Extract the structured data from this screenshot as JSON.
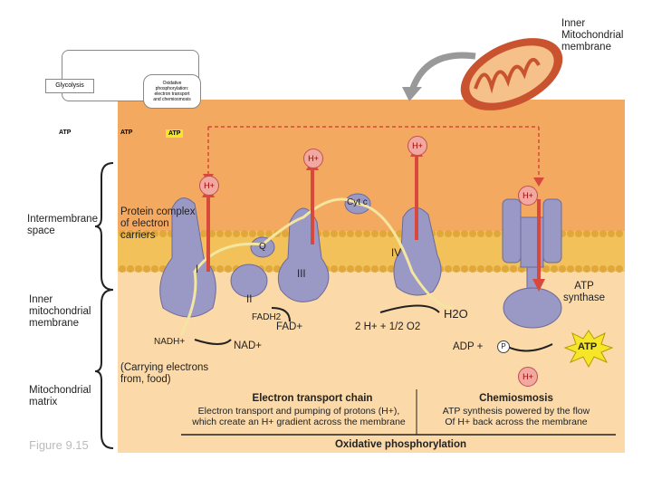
{
  "labels": {
    "inner_mito_membrane_callout": "Inner\nMitochondrial\nmembrane",
    "intermembrane_space": "Intermembrane\nspace",
    "inner_mito_membrane_side": "Inner\nmitochondrial\nmembrane",
    "mito_matrix": "Mitochondrial\nmatrix",
    "figure": "Figure 9.15",
    "protein_complex": "Protein complex\nof electron\ncarriers",
    "cyt_c": "Cyt c",
    "q": "Q",
    "complex_I": "I",
    "complex_II": "II",
    "complex_III": "III",
    "complex_IV": "IV",
    "fadh2": "FADH2",
    "fad": "FAD+",
    "nadh": "NADH+",
    "nad": "NAD+",
    "water_eq": "2 H+ + 1/2 O2",
    "h2o": "H2O",
    "adp": "ADP +",
    "pi": "P",
    "atp": "ATP",
    "atp_synthase": "ATP\nsynthase",
    "carrying": "(Carrying electrons\nfrom, food)",
    "h_plus": "H+",
    "etc_title": "Electron transport chain",
    "etc_desc": "Electron transport and pumping of protons (H+),\nwhich create an H+ gradient across the membrane",
    "chemi_title": "Chemiosmosis",
    "chemi_desc": "ATP synthesis powered by the flow\nOf H+ back across the membrane",
    "ox_phos": "Oxidative phosphorylation"
  },
  "mini_overview": {
    "glycolysis": "Glycolysis",
    "oxphos_box": "Oxidative\nphosphorylation:\nelectron transport\nand chemiosmosis",
    "atp1": "ATP",
    "atp2": "ATP",
    "atp3": "ATP"
  },
  "colors": {
    "intermembrane": "#f4a961",
    "matrix": "#fbd9a8",
    "membrane": "#f2c15a",
    "protein": "#9a98c4",
    "atp_burst": "#f5e62a",
    "proton_arrow": "#d9493b"
  }
}
